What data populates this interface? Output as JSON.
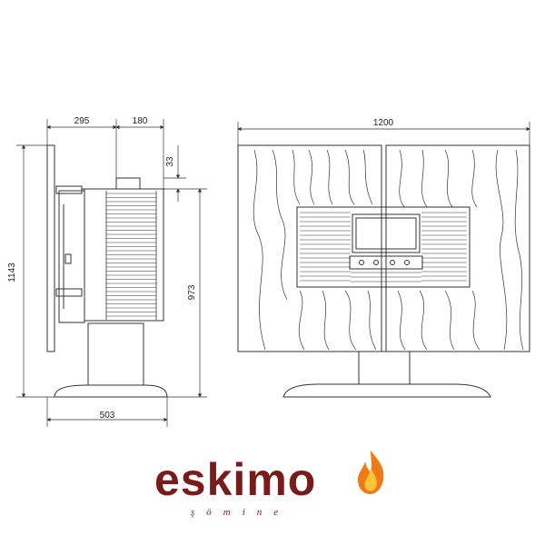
{
  "dimensions": {
    "side_width_back": "295",
    "side_width_front": "180",
    "flue_offset": "33",
    "total_height": "1143",
    "body_height": "973",
    "base_width": "503",
    "front_width": "1200"
  },
  "brand": {
    "name": "eskimo",
    "tagline": "şömine",
    "color": "#7a1b1b",
    "flame_color": "#f07a16"
  },
  "icons": [
    "flame-icon"
  ]
}
